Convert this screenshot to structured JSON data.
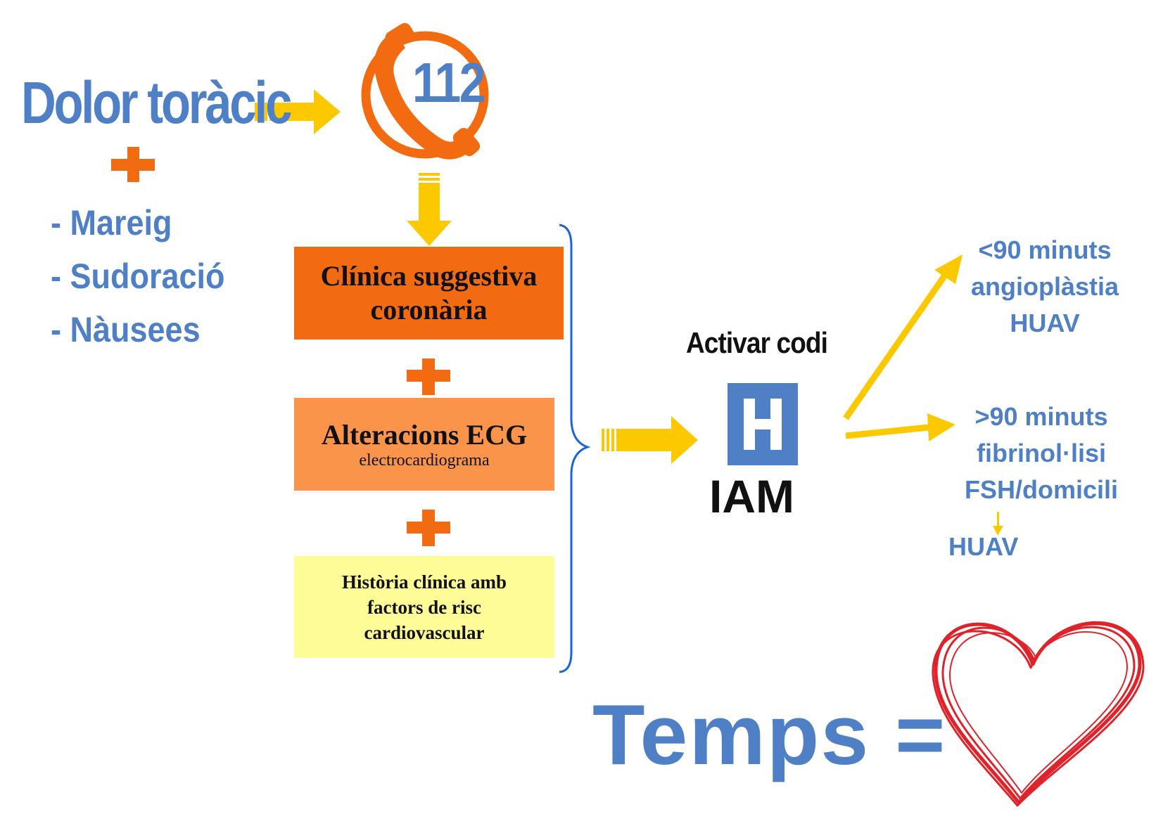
{
  "left_block": {
    "title": "Dolor toràcic",
    "symptoms": [
      "- Mareig",
      "- Sudoració",
      "- Nàusees"
    ]
  },
  "phone": {
    "number": "112",
    "icon": "phone-icon"
  },
  "criteria": {
    "box1": {
      "line1": "Clínica suggestiva",
      "line2": "coronària"
    },
    "box2": {
      "title": "Alteracions ECG",
      "subtitle": "electrocardiograma"
    },
    "box3": {
      "line1": "Història clínica amb",
      "line2": "factors de risc",
      "line3": "cardiovascular"
    }
  },
  "center": {
    "activate_label": "Activar codi",
    "hospital_letter": "H",
    "code": "IAM"
  },
  "outcomes": {
    "fast": {
      "time": "<90 minuts",
      "treatment": "angioplàstia",
      "place": "HUAV"
    },
    "slow": {
      "time": ">90 minuts",
      "treatment": "fibrinol·lisi",
      "place": "FSH/domicili",
      "transfer": "HUAV"
    }
  },
  "footer": {
    "text": "Temps =",
    "icon": "heart-icon"
  },
  "colors": {
    "blue": "#4f80c6",
    "orange": "#f26b11",
    "light_orange": "#f9944a",
    "pale_yellow": "#fdfc96",
    "arrow_yellow": "#fcc900",
    "heart_red": "#e0232a"
  }
}
